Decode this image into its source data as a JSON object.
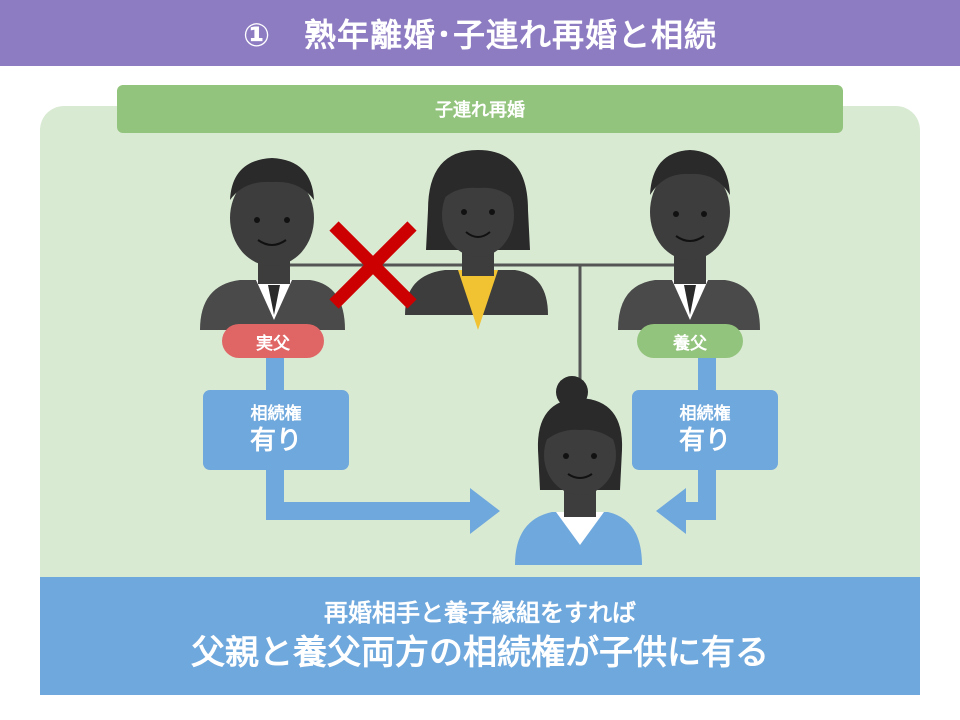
{
  "title": "①　熟年離婚･子連れ再婚と相続",
  "section_header": "子連れ再婚",
  "labels": {
    "biological_father": "実父",
    "adoptive_father": "養父"
  },
  "inheritance_left": {
    "line1": "相続権",
    "line2": "有り"
  },
  "inheritance_right": {
    "line1": "相続権",
    "line2": "有り"
  },
  "conclusion": {
    "line1": "再婚相手と養子縁組をすれば",
    "line2": "父親と養父両方の相続権が子供に有る"
  },
  "colors": {
    "title_bg": "#8e7cc3",
    "panel_bg": "#d9ead3",
    "header_green": "#93c47d",
    "red_label": "#e06666",
    "blue": "#6fa8dc",
    "person_dark": "#3d3d3d",
    "suit": "#4a4a4a",
    "blouse": "#f1c232",
    "cross": "#cc0000"
  },
  "icons": [
    "man-icon",
    "woman-icon",
    "man-icon",
    "child-icon",
    "cross-mark-icon",
    "arrow-icon"
  ]
}
